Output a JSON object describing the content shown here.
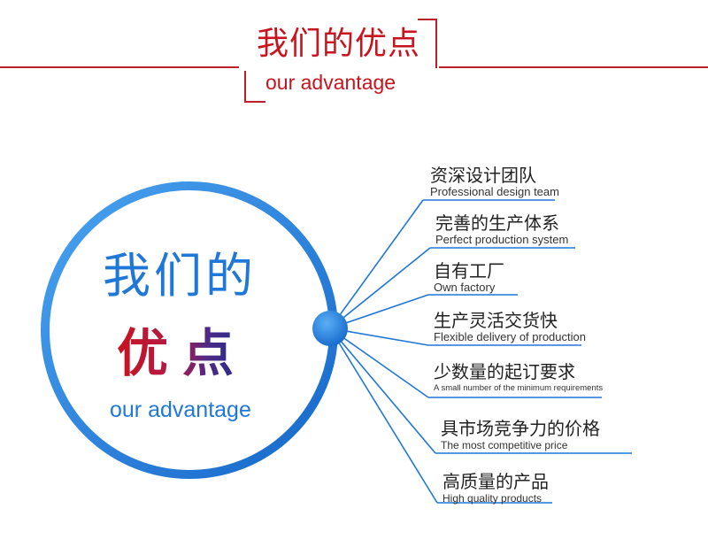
{
  "header": {
    "title": "我们的优点",
    "subtitle": "our advantage"
  },
  "center": {
    "line1": "我们的",
    "line2": "优点",
    "subtitle": "our advantage"
  },
  "items": [
    {
      "zh": "资深设计团队",
      "en": "Professional design team"
    },
    {
      "zh": "完善的生产体系",
      "en": "Perfect production system"
    },
    {
      "zh": "自有工厂",
      "en": "Own factory"
    },
    {
      "zh": "生产灵活交货快",
      "en": "Flexible delivery of production"
    },
    {
      "zh": "少数量的起订要求",
      "en": "A small number of the minimum requirements"
    },
    {
      "zh": "具市场竞争力的价格",
      "en": "The most competitive price"
    },
    {
      "zh": "高质量的产品",
      "en": "High quality products"
    }
  ],
  "colors": {
    "accent_red": "#c8141e",
    "header_line": "#b9202a",
    "brand_blue": "#1f77d8",
    "dark_blue": "#1c2f8a"
  }
}
